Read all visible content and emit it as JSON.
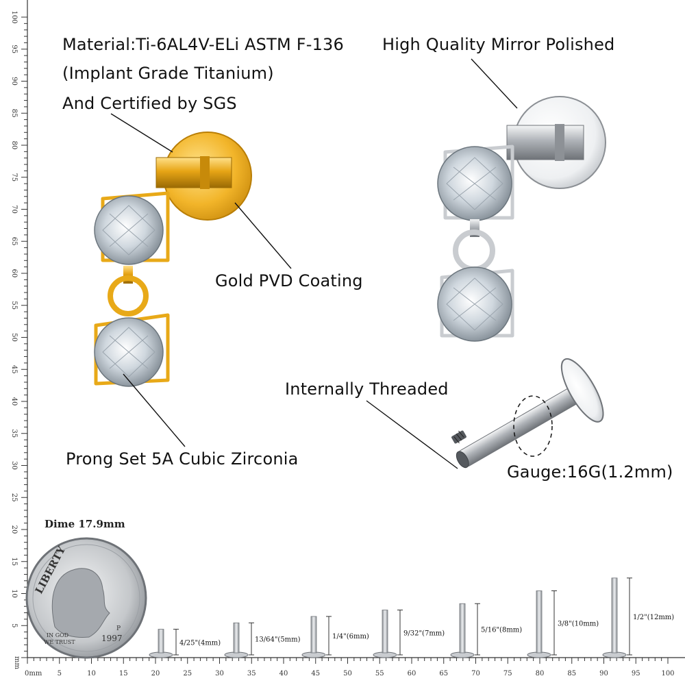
{
  "callouts": {
    "material_line1": "Material:Ti-6AL4V-ELi ASTM F-136",
    "material_line2": "(Implant Grade Titanium)",
    "material_line3": "And Certified by SGS",
    "mirror": "High Quality Mirror Polished",
    "gold_coating": "Gold PVD Coating",
    "threaded": "Internally Threaded",
    "prong": "Prong Set 5A Cubic Zirconia",
    "gauge": "Gauge:16G(1.2mm)"
  },
  "dime": {
    "caption": "Dime 17.9mm",
    "liberty": "LIBERTY",
    "in_god": "IN GOD",
    "we_trust": "WE TRUST",
    "year": "1997",
    "mint": "P"
  },
  "ruler": {
    "unit_label": "mm",
    "bottom_start_label": "0mm",
    "bottom_numbers": [
      "5",
      "10",
      "15",
      "20",
      "25",
      "30",
      "35",
      "40",
      "45",
      "50",
      "55",
      "60",
      "65",
      "70",
      "75",
      "80",
      "85",
      "90",
      "95",
      "100"
    ],
    "left_numbers": [
      "5",
      "10",
      "15",
      "20",
      "25",
      "30",
      "35",
      "40",
      "45",
      "50",
      "55",
      "60",
      "65",
      "70",
      "75",
      "80",
      "85",
      "90",
      "95",
      "100"
    ]
  },
  "post_sizes": [
    {
      "label": "4/25\"(4mm)",
      "mm": 4
    },
    {
      "label": "13/64\"(5mm)",
      "mm": 5
    },
    {
      "label": "1/4\"(6mm)",
      "mm": 6
    },
    {
      "label": "9/32\"(7mm)",
      "mm": 7
    },
    {
      "label": "5/16\"(8mm)",
      "mm": 8
    },
    {
      "label": "3/8\"(10mm)",
      "mm": 10
    },
    {
      "label": "1/2\"(12mm)",
      "mm": 12
    }
  ],
  "colors": {
    "gold": "#e8a918",
    "gold_dark": "#b97e06",
    "silver": "#c9ccd0",
    "silver_dark": "#8b8f94",
    "gem": "#dfe6ec",
    "text": "#111111"
  }
}
